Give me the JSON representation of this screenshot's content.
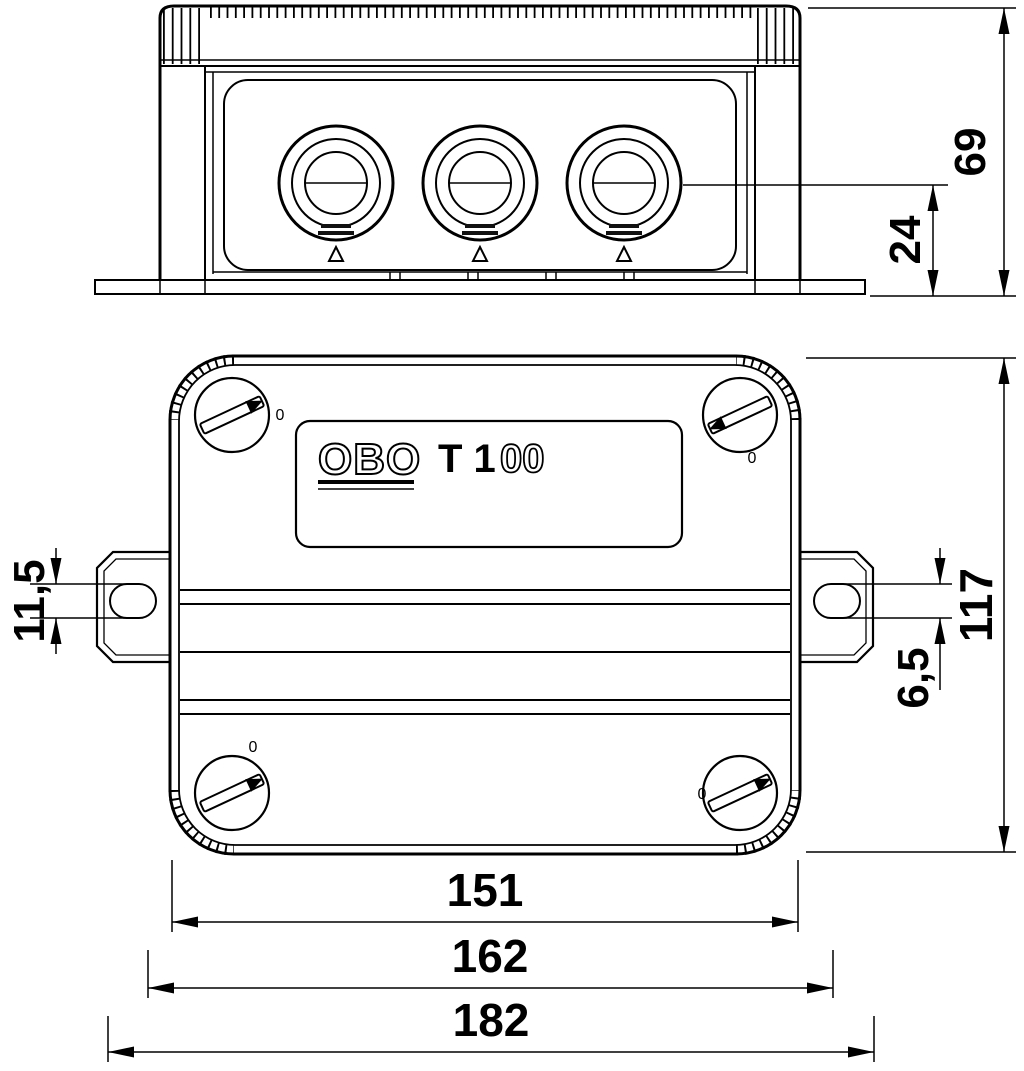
{
  "product": {
    "brand": "OBO",
    "model_prefix": "T 1",
    "model_suffix": "00"
  },
  "dimensions": {
    "total_height": "69",
    "base_depth": "24",
    "slot_length": "11,5",
    "box_width": "117",
    "slot_width": "6,5",
    "box_length": "151",
    "flange_length": "162",
    "overall_length": "182"
  },
  "marks": {
    "zero": "0"
  }
}
